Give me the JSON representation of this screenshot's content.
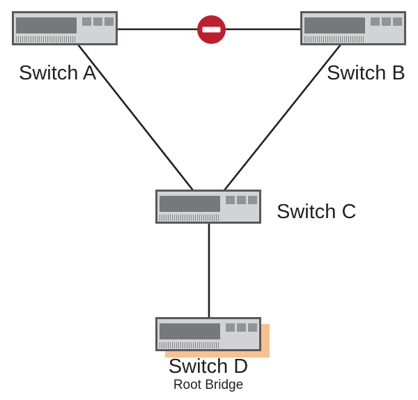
{
  "diagram": {
    "type": "network-topology",
    "nodes": [
      {
        "id": "switch-a",
        "label": "Switch A"
      },
      {
        "id": "switch-b",
        "label": "Switch B"
      },
      {
        "id": "switch-c",
        "label": "Switch C"
      },
      {
        "id": "switch-d",
        "label": "Switch D",
        "sublabel": "Root Bridge",
        "highlighted": true
      }
    ],
    "links": [
      {
        "from": "switch-a",
        "to": "switch-b",
        "status": "blocked",
        "icon": "no-entry-icon"
      },
      {
        "from": "switch-a",
        "to": "switch-c",
        "status": "active"
      },
      {
        "from": "switch-b",
        "to": "switch-c",
        "status": "active"
      },
      {
        "from": "switch-c",
        "to": "switch-d",
        "status": "active"
      }
    ]
  },
  "colors": {
    "canvas-bg": "#ffffff",
    "line": "#231f20",
    "text": "#231f20",
    "switch-border": "#58595b",
    "switch-fill": "#d1d3d4",
    "switch-screen": "#77787b",
    "switch-led": "#919396",
    "switch-vent": "#808285",
    "blocked-red": "#be1e2d",
    "blocked-bar": "#ffffff",
    "root-highlight": "#f9c18e"
  }
}
